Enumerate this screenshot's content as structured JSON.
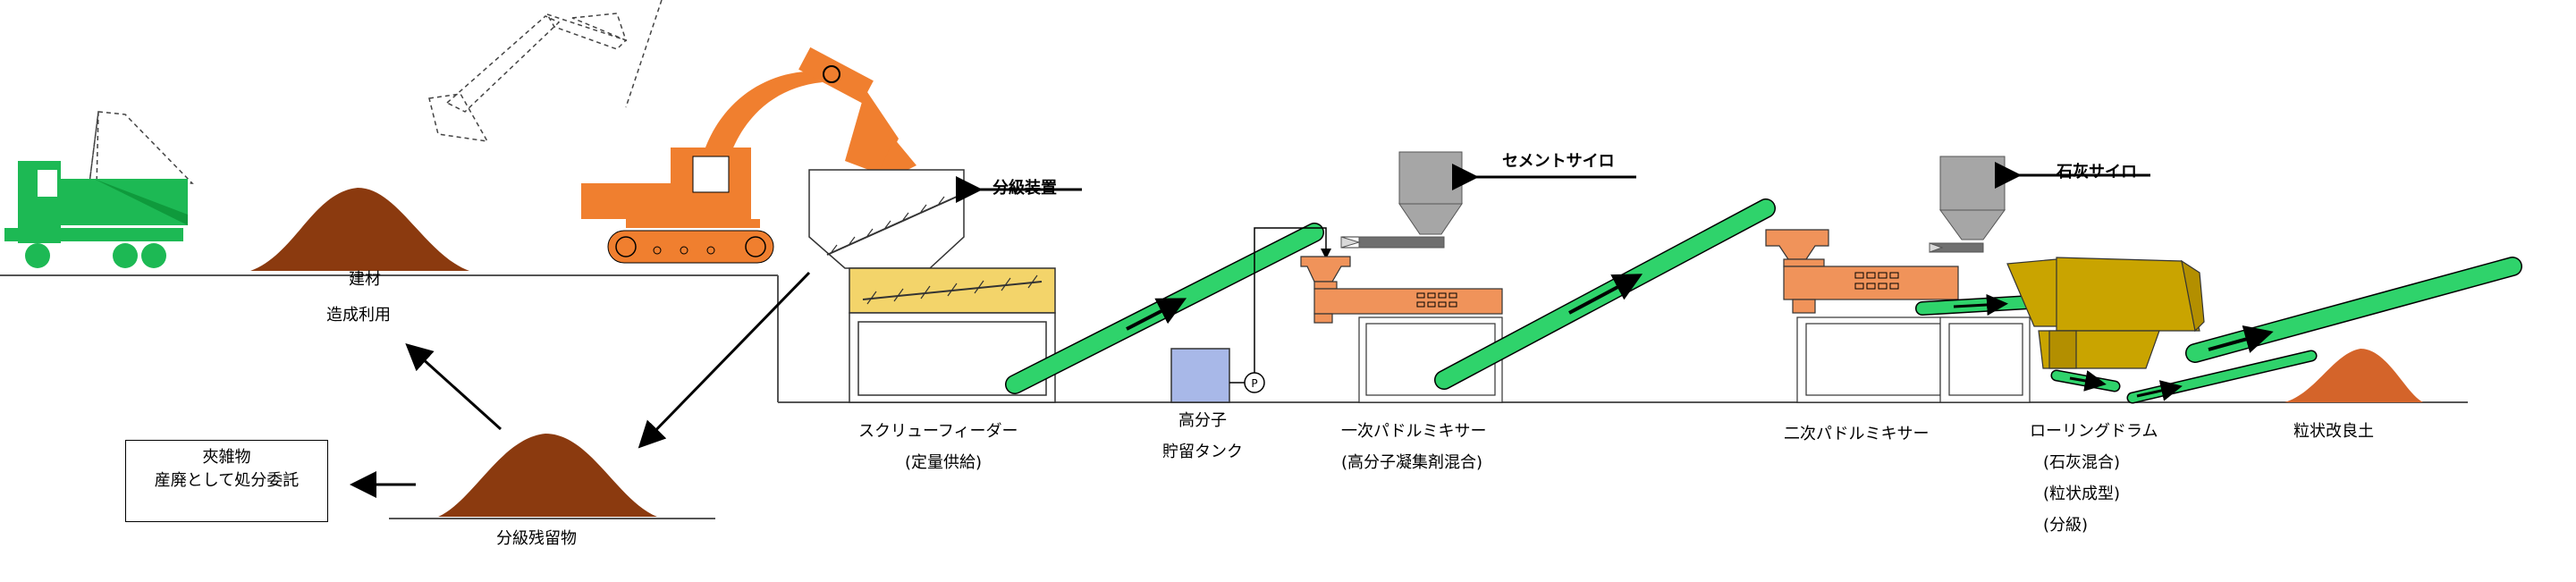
{
  "labels": {
    "classifier": "分級装置",
    "cement_silo": "セメントサイロ",
    "lime_silo": "石灰サイロ",
    "building_material_1": "建材",
    "building_material_2": "造成利用",
    "foreign_matter_1": "夾雑物",
    "foreign_matter_2": "産廃として処分委託",
    "residue": "分級残留物",
    "screw_feeder_1": "スクリューフィーダー",
    "screw_feeder_2": "(定量供給)",
    "polymer_tank_1": "高分子",
    "polymer_tank_2": "貯留タンク",
    "pump_symbol": "P",
    "primary_mixer_1": "一次パドルミキサー",
    "primary_mixer_2": "(高分子凝集剤混合)",
    "secondary_mixer": "二次パドルミキサー",
    "rolling_drum_1": "ローリングドラム",
    "rolling_drum_2": "(石灰混合)",
    "rolling_drum_3": "(粒状成型)",
    "rolling_drum_4": "(分級)",
    "granular_soil": "粒状改良土"
  },
  "colors": {
    "truck": "#1db954",
    "excavator": "#f07f2f",
    "soil": "#8b3a0f",
    "conveyor": "#2fd36b",
    "feeder": "#f3d46a",
    "tank": "#a8b8e8",
    "silo": "#a6a6a6",
    "mixer": "#f0935a",
    "drum": "#c9a400"
  }
}
